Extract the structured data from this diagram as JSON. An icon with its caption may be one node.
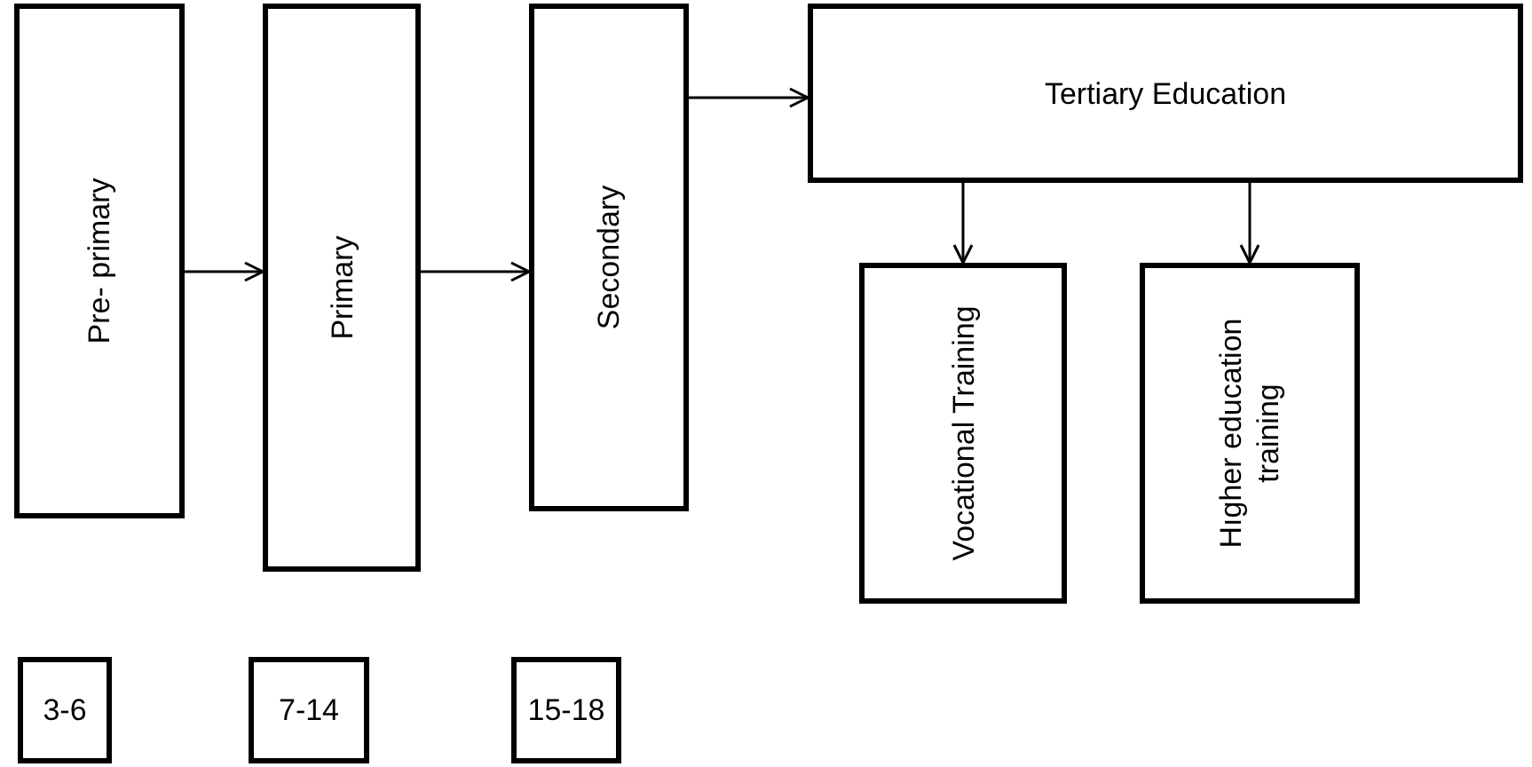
{
  "diagram": {
    "nodes": [
      {
        "text": [
          "Pre- primary"
        ]
      },
      {
        "text": [
          "Primary"
        ]
      },
      {
        "text": [
          "Secondary"
        ]
      },
      {
        "text": [
          "Tertiary Education"
        ]
      },
      {
        "text": [
          "Vocational Training"
        ]
      },
      {
        "text": [
          "Hıgher education training"
        ]
      },
      {
        "text": [
          "3-6"
        ]
      },
      {
        "text": [
          "7-14"
        ]
      },
      {
        "text": [
          "15-18"
        ]
      }
    ],
    "edges": [
      {
        "from": 0,
        "to": 1,
        "arrow": "to"
      },
      {
        "from": 1,
        "to": 2,
        "arrow": "to"
      },
      {
        "from": 2,
        "to": 3,
        "arrow": "to"
      },
      {
        "from": 3,
        "to": 4,
        "arrow": "to"
      },
      {
        "from": 3,
        "to": 5,
        "arrow": "to"
      }
    ]
  }
}
